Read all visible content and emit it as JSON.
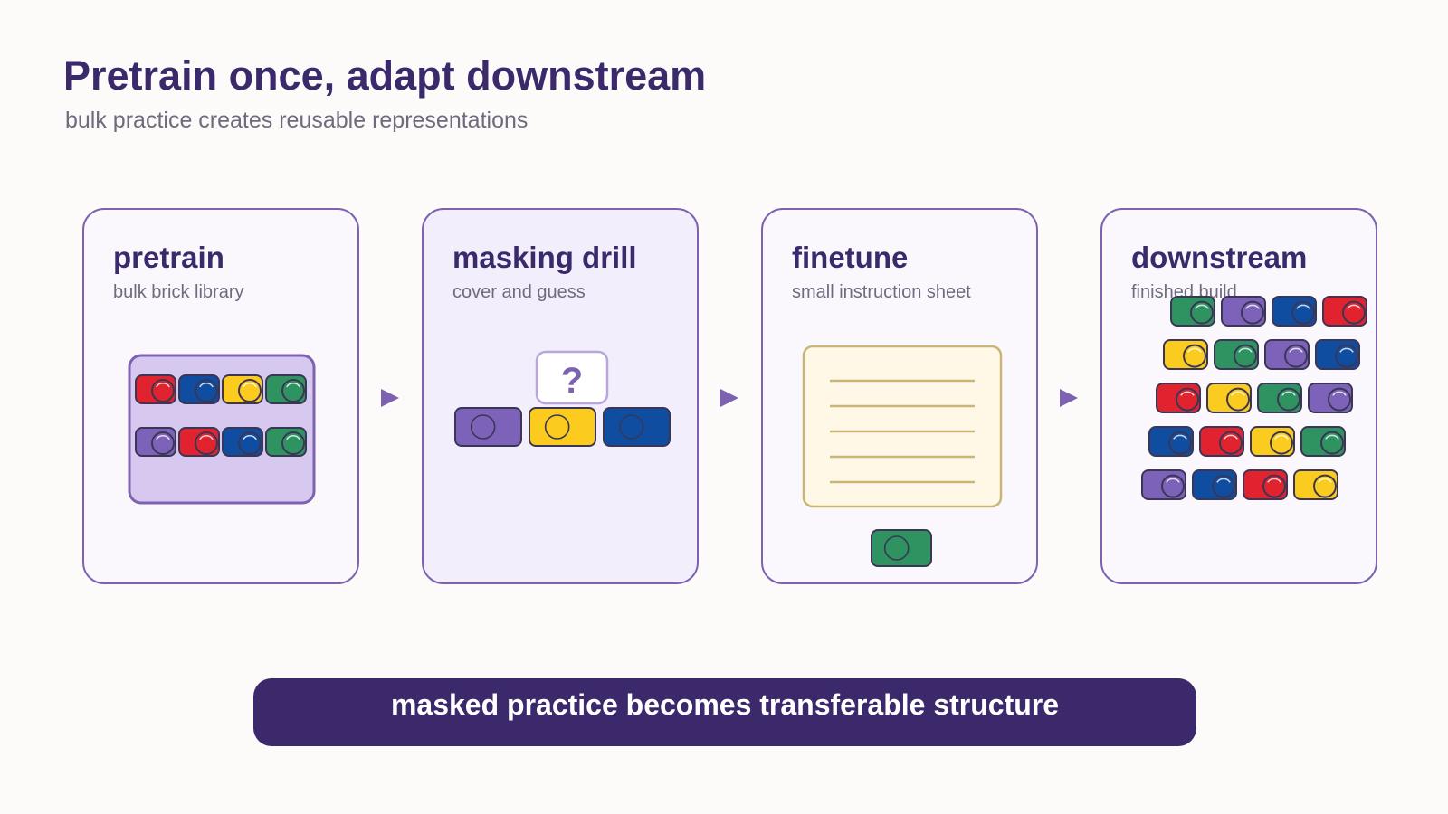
{
  "header": {
    "title": "Pretrain once, adapt downstream",
    "subtitle": "bulk practice creates reusable representations"
  },
  "stages": [
    {
      "title": "pretrain",
      "subtitle": "bulk brick library"
    },
    {
      "title": "masking drill",
      "subtitle": "cover and guess",
      "mask_symbol": "?"
    },
    {
      "title": "finetune",
      "subtitle": "small instruction sheet"
    },
    {
      "title": "downstream",
      "subtitle": "finished build"
    }
  ],
  "footer": {
    "text": "masked practice becomes transferable structure"
  },
  "colors": {
    "red": "#e0232e",
    "blue": "#0f4da0",
    "yellow": "#fbcc1f",
    "green": "#2e9360",
    "purple": "#7d62b9",
    "outline": "#3b3656",
    "panel_border": "#7d62b0",
    "accent": "#3b296b"
  },
  "icons": [
    "arrow-right-icon",
    "brick-icon",
    "question-mark-icon",
    "instruction-sheet-icon"
  ]
}
